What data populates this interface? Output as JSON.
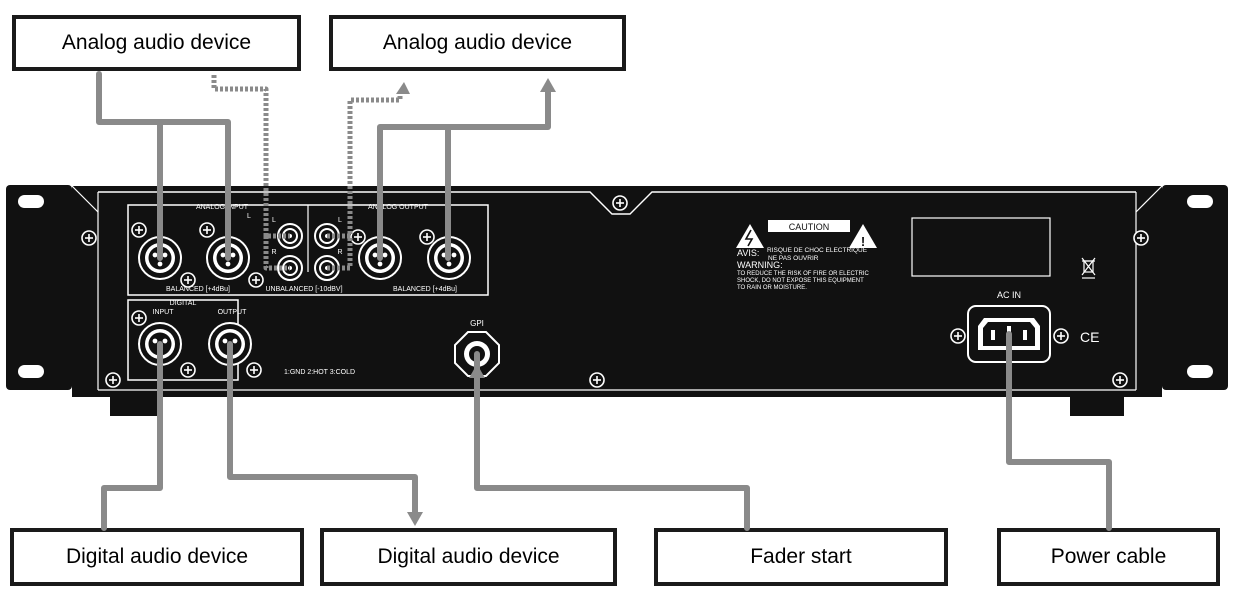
{
  "callouts": {
    "analog_in": "Analog audio device",
    "analog_out": "Analog audio device",
    "digital_in": "Digital audio device",
    "digital_out": "Digital audio device",
    "fader_start": "Fader start",
    "power_cable": "Power cable"
  },
  "panel": {
    "analog_input": "ANALOG INPUT",
    "analog_output": "ANALOG OUTPUT",
    "digital": "DIGITAL",
    "balanced_in": "BALANCED [+4dBu]",
    "balanced_out": "BALANCED [+4dBu]",
    "unbalanced": "UNBALANCED [-10dBV]",
    "input": "INPUT",
    "output": "OUTPUT",
    "pin_legend": "1:GND  2:HOT  3:COLD",
    "gpi": "GPI",
    "ac_in": "AC IN",
    "caution": "CAUTION",
    "avis": "AVIS:",
    "avis_text_1": "RISQUE DE CHOC ELECTRIQUE",
    "avis_text_2": "NE PAS OUVRIR",
    "warning": "WARNING:",
    "warning_text_1": "TO REDUCE THE RISK OF FIRE OR ELECTRIC",
    "warning_text_2": "SHOCK, DO NOT EXPOSE THIS EQUIPMENT",
    "warning_text_3": "TO RAIN OR MOISTURE.",
    "ce_mark": "CE",
    "ch_l": "L",
    "ch_r": "R"
  },
  "colors": {
    "panel": "#111111",
    "cable": "#8a8a8a",
    "line": "#ffffff"
  }
}
